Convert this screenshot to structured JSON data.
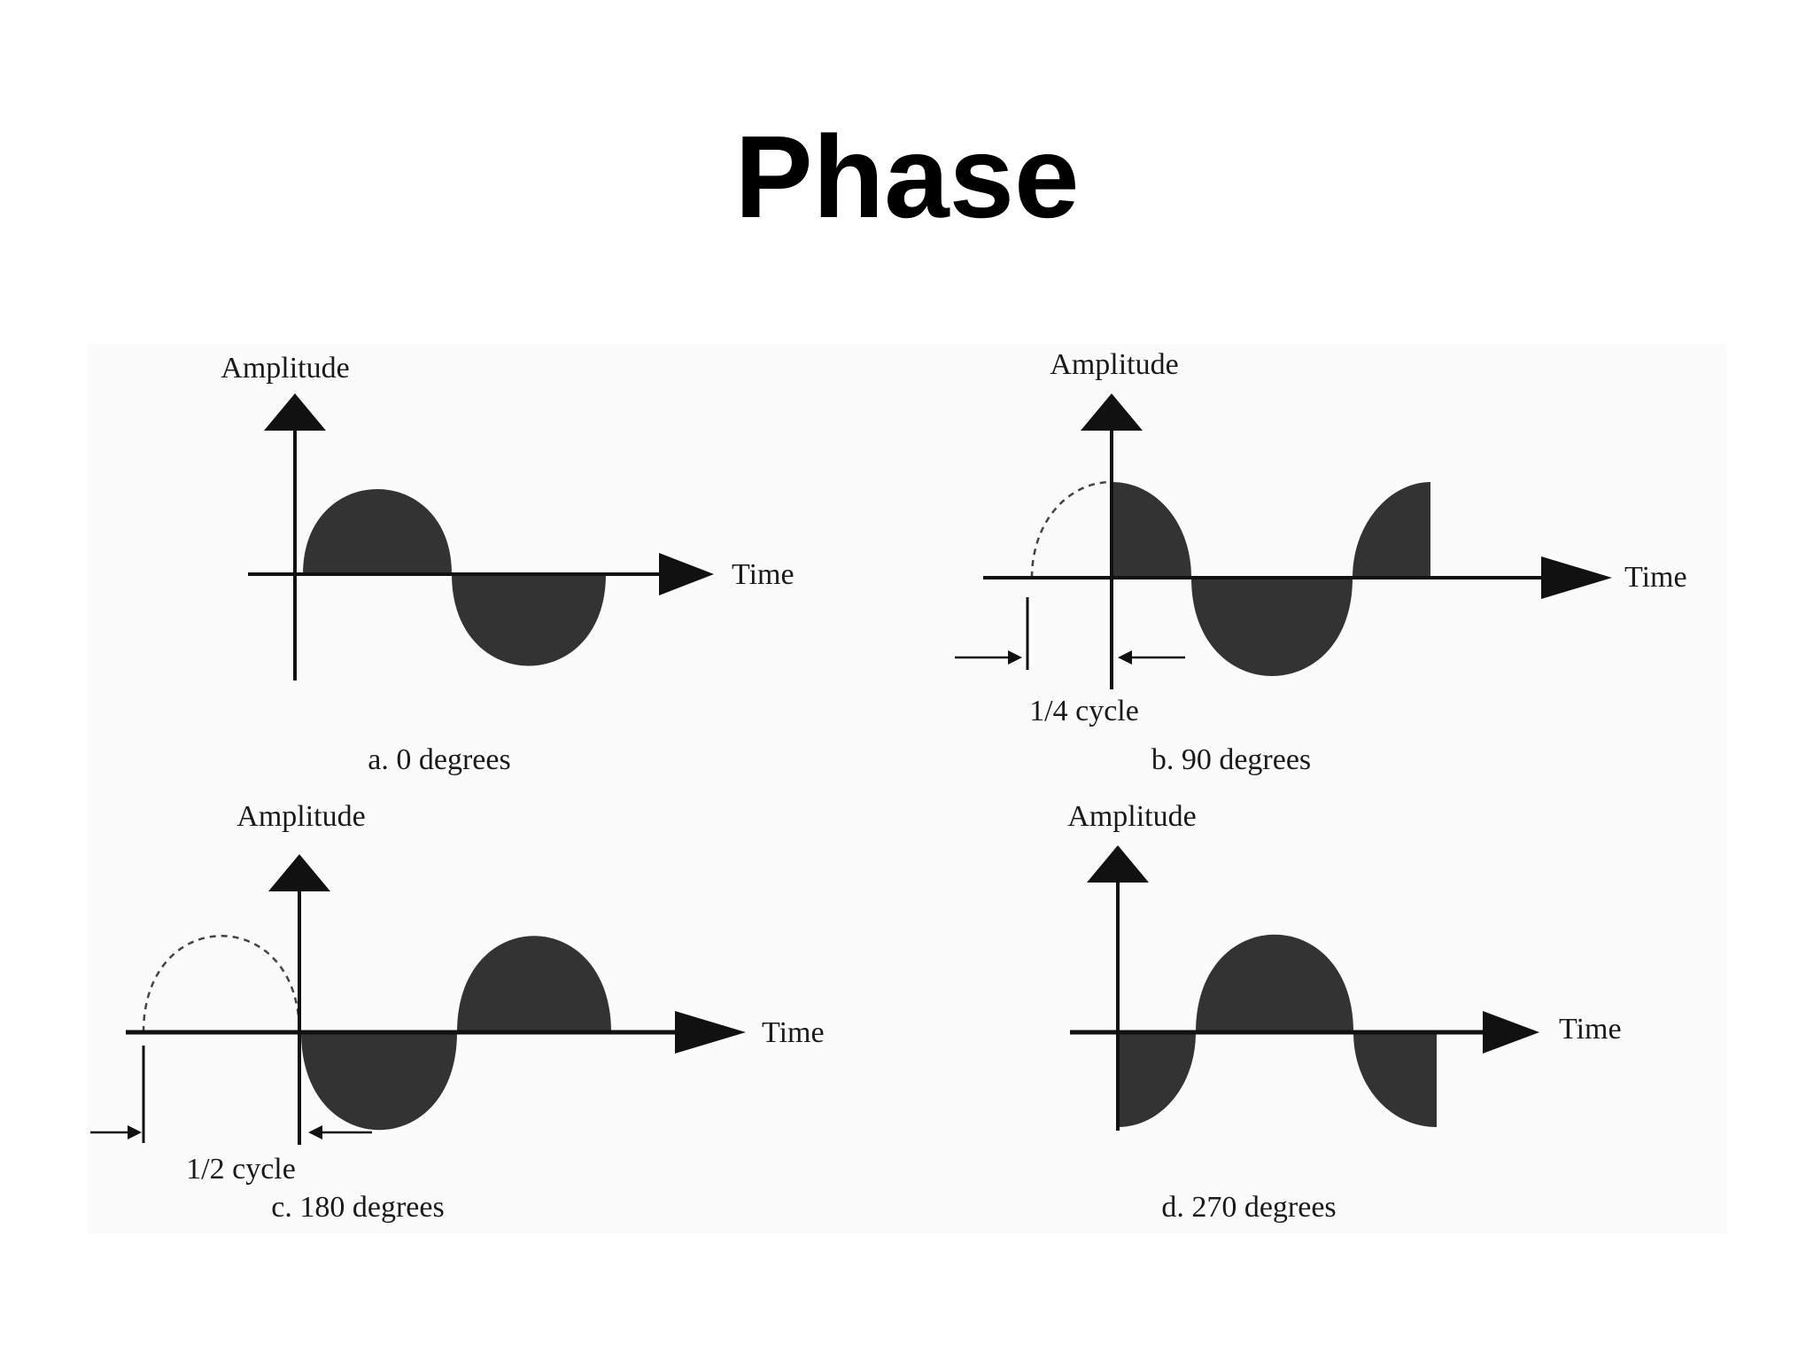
{
  "slide": {
    "title": "Phase"
  },
  "panels": [
    {
      "id": "a",
      "amplitude_label": "Amplitude",
      "time_label": "Time",
      "caption": "a. 0 degrees",
      "phase_degrees": 0,
      "shift_label": ""
    },
    {
      "id": "b",
      "amplitude_label": "Amplitude",
      "time_label": "Time",
      "caption": "b. 90 degrees",
      "phase_degrees": 90,
      "shift_label": "1/4 cycle"
    },
    {
      "id": "c",
      "amplitude_label": "Amplitude",
      "time_label": "Time",
      "caption": "c. 180 degrees",
      "phase_degrees": 180,
      "shift_label": "1/2 cycle"
    },
    {
      "id": "d",
      "amplitude_label": "Amplitude",
      "time_label": "Time",
      "caption": "d. 270 degrees",
      "phase_degrees": 270,
      "shift_label": ""
    }
  ],
  "colors": {
    "wave_fill": "#333333",
    "axis": "#111111"
  }
}
